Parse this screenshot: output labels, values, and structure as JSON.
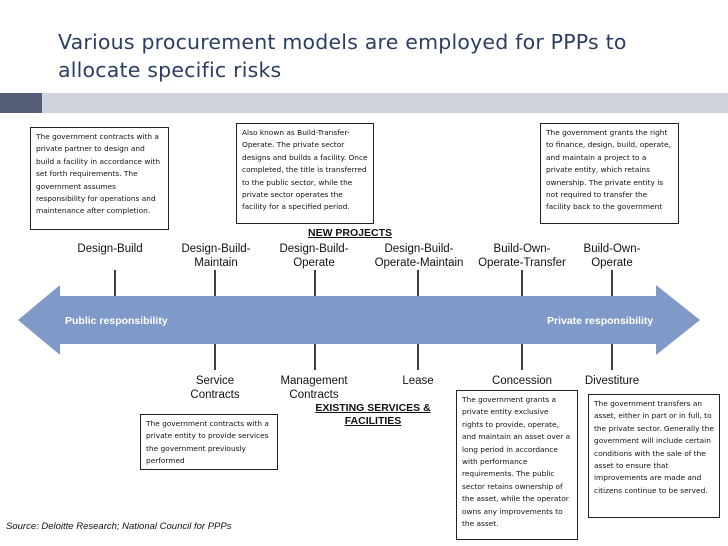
{
  "title": "Various procurement models are employed for PPPs to allocate specific risks",
  "colors": {
    "title": "#2b3d63",
    "arrow": "#7f99c9",
    "bar_dark": "#555d78",
    "bar_light": "#cfd3dc"
  },
  "arrow": {
    "left_label": "Public responsibility",
    "right_label": "Private responsibility"
  },
  "new_projects": {
    "heading": "NEW PROJECTS",
    "models": [
      "Design-Build",
      "Design-Build-Maintain",
      "Design-Build-Operate",
      "Design-Build-Operate-Maintain",
      "Build-Own-Operate-Transfer",
      "Build-Own-Operate"
    ]
  },
  "existing": {
    "heading": "EXISTING SERVICES & FACILITIES",
    "models": [
      "Service Contracts",
      "Management Contracts",
      "Lease",
      "Concession",
      "Divestiture"
    ]
  },
  "notes": {
    "design_build": "The government contracts with a private partner to design and build a facility in accordance with set forth requirements. The government assumes responsibility for operations and maintenance after completion.",
    "build_transfer_operate": "Also known as Build-Transfer-Operate. The private sector designs and builds a facility. Once completed, the title is transferred to the public sector, while the private sector operates the facility for a specified period.",
    "build_own_operate": "The government grants the right to finance, design, build, operate, and maintain a project to a private entity, which retains ownership. The private entity is not required to transfer the facility back to the government",
    "service_contracts": "The government contracts with a private entity to provide services the government previously performed",
    "concession": "The government grants a private entity exclusive rights to provide, operate, and maintain an asset over a long period in accordance with performance requirements. The public sector retains ownership of the asset, while the operator owns any improvements to the asset.",
    "divestiture": "The government transfers an asset, either in part or in full, to the private sector. Generally the government will include certain conditions with the sale of the asset to ensure that improvements are made and citizens continue to be served."
  },
  "source": "Source: Deloitte Research; National Council for PPPs"
}
